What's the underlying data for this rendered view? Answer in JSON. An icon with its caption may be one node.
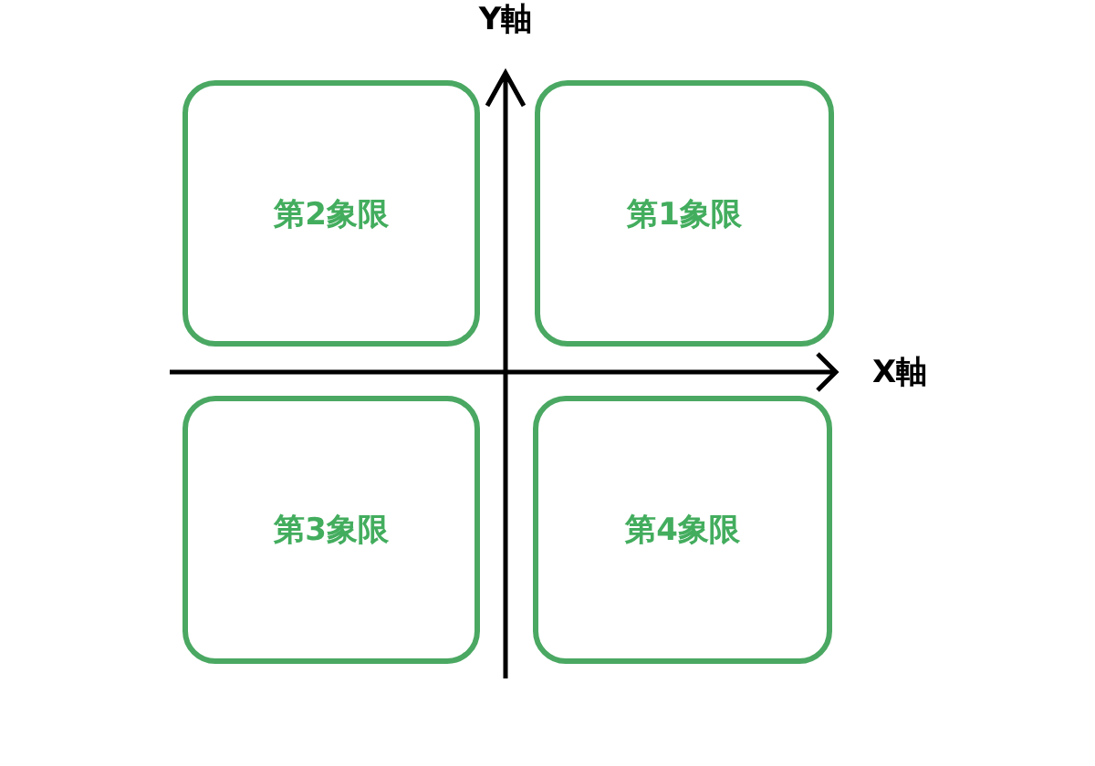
{
  "diagram": {
    "nodes": [
      {
        "text": [
          "第2象限"
        ]
      },
      {
        "text": [
          "第1象限"
        ]
      },
      {
        "text": [
          "第3象限"
        ]
      },
      {
        "text": [
          "第4象限"
        ]
      }
    ],
    "edges": [],
    "labels": [
      "Y軸",
      "X軸"
    ]
  }
}
